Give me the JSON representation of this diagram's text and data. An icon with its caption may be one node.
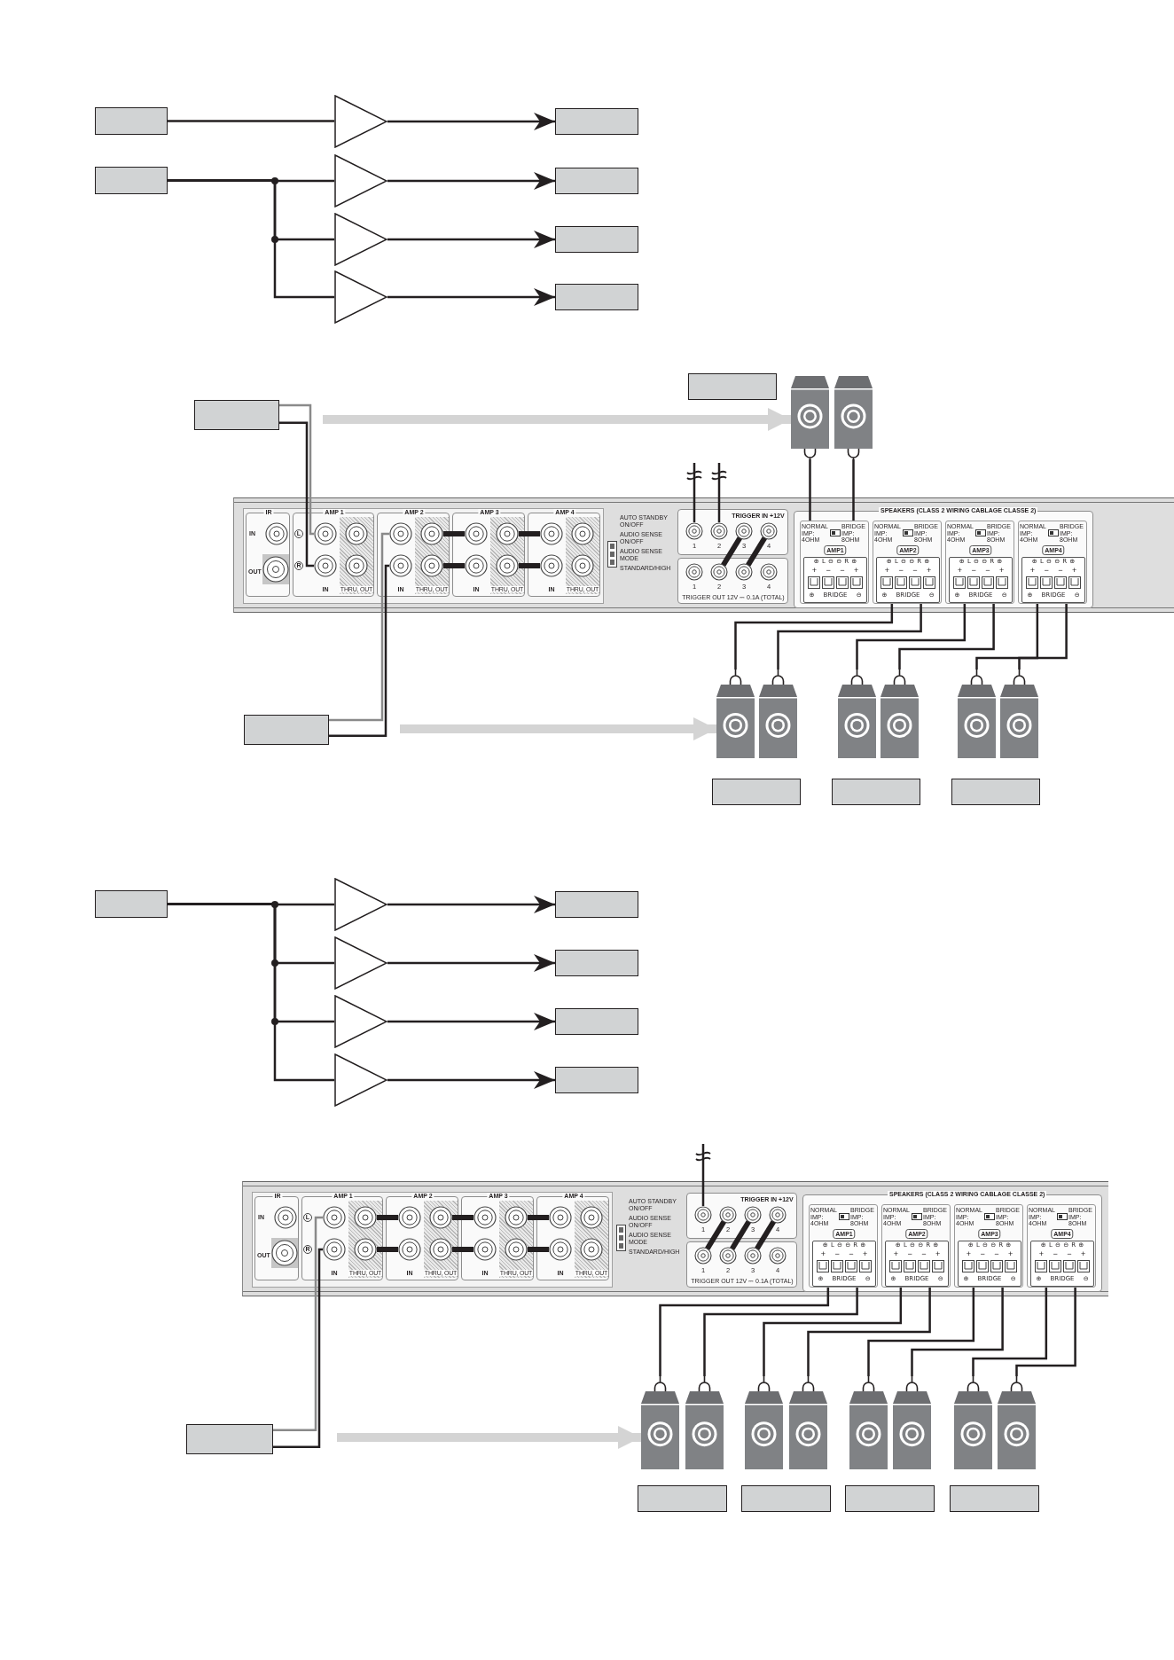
{
  "diagram": {
    "nodes": [
      {
        "text": [],
        "shape": "box"
      },
      {
        "text": [],
        "shape": "triangle"
      },
      {
        "text": [],
        "shape": "box"
      },
      {
        "text": [],
        "shape": "box"
      },
      {
        "text": [],
        "shape": "triangle"
      },
      {
        "text": [],
        "shape": "box"
      },
      {
        "text": [],
        "shape": "triangle"
      },
      {
        "text": [],
        "shape": "box"
      },
      {
        "text": [],
        "shape": "triangle"
      },
      {
        "text": [],
        "shape": "box"
      },
      {
        "text": [],
        "shape": "box"
      },
      {
        "text": [],
        "shape": "box"
      },
      {
        "text": [],
        "shape": "speaker"
      },
      {
        "text": [],
        "shape": "speaker"
      },
      {
        "text": [
          "AUTO STANDBY ON/OFF",
          "AUDIO SENSE ON/OFF",
          "AUDIO SENSE MODE",
          "STANDARD/HIGH"
        ]
      },
      {
        "text": [
          "IR",
          "IN",
          "OUT"
        ],
        "in": 14
      },
      {
        "text": [
          "AMP 1",
          "L",
          "R",
          "IN",
          "THRU, OUT"
        ],
        "in": 14
      },
      {
        "text": [
          "AMP 2",
          "IN",
          "THRU, OUT"
        ],
        "in": 14
      },
      {
        "text": [
          "AMP 3",
          "IN",
          "THRU, OUT"
        ],
        "in": 14
      },
      {
        "text": [
          "AMP 4",
          "IN",
          "THRU, OUT"
        ],
        "in": 14
      },
      {
        "text": [
          "1",
          "2",
          "3",
          "4",
          "TRIGGER IN +12V"
        ],
        "in": 14
      },
      {
        "text": [
          "1",
          "2",
          "3",
          "4",
          "TRIGGER OUT 12V ⎓ 0.1A (TOTAL)"
        ],
        "in": 14
      },
      {
        "text": [
          "SPEAKERS (CLASS 2 WIRING CABLAGE CLASSE 2)"
        ],
        "in": 14
      },
      {
        "text": [
          "NORMAL IMP: 4OHM",
          "BRIDGE IMP: 8OHM",
          "AMP1",
          "⊕ L ⊖ ⊖ R ⊕",
          "+ − − +",
          "⊕ BRIDGE ⊖"
        ],
        "in": 22
      },
      {
        "text": [
          "NORMAL IMP: 4OHM",
          "BRIDGE IMP: 8OHM",
          "AMP2",
          "⊕ L ⊖ ⊖ R ⊕",
          "+ − − +",
          "⊕ BRIDGE ⊖"
        ],
        "in": 22
      },
      {
        "text": [
          "NORMAL IMP: 4OHM",
          "BRIDGE IMP: 8OHM",
          "AMP3",
          "⊕ L ⊖ ⊖ R ⊕",
          "+ − − +",
          "⊕ BRIDGE ⊖"
        ],
        "in": 22
      },
      {
        "text": [
          "NORMAL IMP: 4OHM",
          "BRIDGE IMP: 8OHM",
          "AMP4",
          "⊕ L ⊖ ⊖ R ⊕",
          "+ − − +",
          "⊕ BRIDGE ⊖"
        ],
        "in": 22
      },
      {
        "text": [],
        "shape": "circle",
        "in": 16
      },
      {
        "text": [],
        "shape": "circle",
        "in": 16
      },
      {
        "text": [],
        "shape": "circle",
        "in": 17
      },
      {
        "text": [],
        "shape": "circle",
        "in": 17
      },
      {
        "text": [],
        "shape": "circle",
        "in": 17
      },
      {
        "text": [],
        "shape": "circle",
        "in": 17
      },
      {
        "text": [],
        "shape": "circle",
        "in": 18
      },
      {
        "text": [],
        "shape": "circle",
        "in": 18
      },
      {
        "text": [],
        "shape": "circle",
        "in": 18
      },
      {
        "text": [],
        "shape": "circle",
        "in": 18
      },
      {
        "text": [],
        "shape": "circle",
        "in": 19
      },
      {
        "text": [],
        "shape": "circle",
        "in": 19
      },
      {
        "text": [],
        "shape": "circle",
        "in": 20
      },
      {
        "text": [],
        "shape": "circle",
        "in": 20
      },
      {
        "text": [],
        "shape": "circle",
        "in": 20
      },
      {
        "text": [],
        "shape": "circle",
        "in": 20
      },
      {
        "text": [],
        "shape": "circle",
        "in": 21
      },
      {
        "text": [],
        "shape": "circle",
        "in": 21
      },
      {
        "text": [],
        "shape": "box"
      },
      {
        "text": [],
        "shape": "speaker"
      },
      {
        "text": [],
        "shape": "speaker"
      },
      {
        "text": [],
        "shape": "speaker"
      },
      {
        "text": [],
        "shape": "speaker"
      },
      {
        "text": [],
        "shape": "speaker"
      },
      {
        "text": [],
        "shape": "speaker"
      },
      {
        "text": [],
        "shape": "box"
      },
      {
        "text": [],
        "shape": "box"
      },
      {
        "text": [],
        "shape": "box"
      },
      {
        "text": [],
        "shape": "box"
      },
      {
        "text": [],
        "shape": "triangle"
      },
      {
        "text": [],
        "shape": "box"
      },
      {
        "text": [],
        "shape": "triangle"
      },
      {
        "text": [],
        "shape": "box"
      },
      {
        "text": [],
        "shape": "triangle"
      },
      {
        "text": [],
        "shape": "box"
      },
      {
        "text": [],
        "shape": "triangle"
      },
      {
        "text": [],
        "shape": "box"
      },
      {
        "text": [
          "AUTO STANDBY ON/OFF",
          "AUDIO SENSE ON/OFF",
          "AUDIO SENSE MODE",
          "STANDARD/HIGH"
        ]
      },
      {
        "text": [
          "IR",
          "IN",
          "OUT"
        ],
        "in": 64
      },
      {
        "text": [
          "AMP 1",
          "L",
          "R",
          "IN",
          "THRU, OUT"
        ],
        "in": 64
      },
      {
        "text": [
          "AMP 2",
          "IN",
          "THRU, OUT"
        ],
        "in": 64
      },
      {
        "text": [
          "AMP 3",
          "IN",
          "THRU, OUT"
        ],
        "in": 64
      },
      {
        "text": [
          "AMP 4",
          "IN",
          "THRU, OUT"
        ],
        "in": 64
      },
      {
        "text": [
          "1",
          "2",
          "3",
          "4",
          "TRIGGER IN +12V"
        ],
        "in": 64
      },
      {
        "text": [
          "1",
          "2",
          "3",
          "4",
          "TRIGGER OUT 12V ⎓ 0.1A (TOTAL)"
        ],
        "in": 64
      },
      {
        "text": [
          "SPEAKERS (CLASS 2 WIRING CABLAGE CLASSE 2)"
        ],
        "in": 64
      },
      {
        "text": [
          "NORMAL IMP: 4OHM",
          "BRIDGE IMP: 8OHM",
          "AMP1",
          "⊕ L ⊖ ⊖ R ⊕",
          "+ − − +",
          "⊕ BRIDGE ⊖"
        ],
        "in": 72
      },
      {
        "text": [
          "NORMAL IMP: 4OHM",
          "BRIDGE IMP: 8OHM",
          "AMP2",
          "⊕ L ⊖ ⊖ R ⊕",
          "+ − − +",
          "⊕ BRIDGE ⊖"
        ],
        "in": 72
      },
      {
        "text": [
          "NORMAL IMP: 4OHM",
          "BRIDGE IMP: 8OHM",
          "AMP3",
          "⊕ L ⊖ ⊖ R ⊕",
          "+ − − +",
          "⊕ BRIDGE ⊖"
        ],
        "in": 72
      },
      {
        "text": [
          "NORMAL IMP: 4OHM",
          "BRIDGE IMP: 8OHM",
          "AMP4",
          "⊕ L ⊖ ⊖ R ⊕",
          "+ − − +",
          "⊕ BRIDGE ⊖"
        ],
        "in": 72
      },
      {
        "text": [],
        "shape": "circle",
        "in": 66
      },
      {
        "text": [],
        "shape": "circle",
        "in": 66
      },
      {
        "text": [],
        "shape": "circle",
        "in": 66
      },
      {
        "text": [],
        "shape": "circle",
        "in": 66
      },
      {
        "text": [],
        "shape": "circle",
        "in": 67
      },
      {
        "text": [],
        "shape": "circle",
        "in": 67
      },
      {
        "text": [],
        "shape": "circle",
        "in": 67
      },
      {
        "text": [],
        "shape": "circle",
        "in": 67
      },
      {
        "text": [],
        "shape": "circle",
        "in": 68
      },
      {
        "text": [],
        "shape": "circle",
        "in": 68
      },
      {
        "text": [],
        "shape": "circle",
        "in": 68
      },
      {
        "text": [],
        "shape": "circle",
        "in": 68
      },
      {
        "text": [],
        "shape": "circle",
        "in": 69
      },
      {
        "text": [],
        "shape": "circle",
        "in": 69
      },
      {
        "text": [],
        "shape": "circle",
        "in": 70
      },
      {
        "text": [],
        "shape": "circle",
        "in": 70
      },
      {
        "text": [],
        "shape": "circle",
        "in": 70
      },
      {
        "text": [],
        "shape": "circle",
        "in": 70
      },
      {
        "text": [],
        "shape": "circle",
        "in": 71
      },
      {
        "text": [],
        "shape": "circle",
        "in": 71
      },
      {
        "text": [],
        "shape": "circle",
        "in": 71
      },
      {
        "text": [],
        "shape": "box"
      },
      {
        "text": [],
        "shape": "speaker"
      },
      {
        "text": [],
        "shape": "speaker"
      },
      {
        "text": [],
        "shape": "speaker"
      },
      {
        "text": [],
        "shape": "speaker"
      },
      {
        "text": [],
        "shape": "speaker"
      },
      {
        "text": [],
        "shape": "speaker"
      },
      {
        "text": [],
        "shape": "speaker"
      },
      {
        "text": [],
        "shape": "speaker"
      },
      {
        "text": [],
        "shape": "box"
      },
      {
        "text": [],
        "shape": "box"
      },
      {
        "text": [],
        "shape": "box"
      },
      {
        "text": [],
        "shape": "box"
      }
    ],
    "edges": [
      {
        "from": 0,
        "to": 1,
        "arrow": "none"
      },
      {
        "from": 1,
        "to": 2,
        "arrow": "to"
      },
      {
        "from": 3,
        "to": 4,
        "arrow": "none"
      },
      {
        "from": 3,
        "to": 6,
        "arrow": "none"
      },
      {
        "from": 3,
        "to": 8,
        "arrow": "none"
      },
      {
        "from": 4,
        "to": 5,
        "arrow": "to"
      },
      {
        "from": 6,
        "to": 7,
        "arrow": "to"
      },
      {
        "from": 8,
        "to": 9,
        "arrow": "to"
      },
      {
        "from": 10,
        "to": 27,
        "arrow": "none",
        "color": "#8a8a8a"
      },
      {
        "from": 10,
        "to": 28,
        "arrow": "none"
      },
      {
        "from": 10,
        "to": 12,
        "arrow": "to",
        "style": "thick",
        "color": "#d4d4d4"
      },
      {
        "from": null,
        "to": 39,
        "arrow": "none"
      },
      {
        "from": null,
        "to": 40,
        "arrow": "none"
      },
      {
        "from": 23,
        "to": 12,
        "arrow": "none"
      },
      {
        "from": 23,
        "to": 13,
        "arrow": "none"
      },
      {
        "from": 24,
        "to": 46,
        "arrow": "none"
      },
      {
        "from": 24,
        "to": 47,
        "arrow": "none"
      },
      {
        "from": 25,
        "to": 48,
        "arrow": "none"
      },
      {
        "from": 25,
        "to": 49,
        "arrow": "none"
      },
      {
        "from": 26,
        "to": 50,
        "arrow": "none"
      },
      {
        "from": 26,
        "to": 51,
        "arrow": "none"
      },
      {
        "from": 45,
        "to": 29,
        "arrow": "none",
        "color": "#8a8a8a"
      },
      {
        "from": 45,
        "to": 30,
        "arrow": "none"
      },
      {
        "from": 45,
        "to": 46,
        "arrow": "to",
        "style": "thick",
        "color": "#d4d4d4"
      },
      {
        "from": 31,
        "to": 33,
        "arrow": "none",
        "style": "thick"
      },
      {
        "from": 32,
        "to": 34,
        "arrow": "none",
        "style": "thick"
      },
      {
        "from": 35,
        "to": 37,
        "arrow": "none",
        "style": "thick"
      },
      {
        "from": 36,
        "to": 38,
        "arrow": "none",
        "style": "thick"
      },
      {
        "from": 41,
        "to": 43,
        "arrow": "none",
        "style": "thick"
      },
      {
        "from": 42,
        "to": 44,
        "arrow": "none",
        "style": "thick"
      },
      {
        "from": 55,
        "to": 56,
        "arrow": "none"
      },
      {
        "from": 55,
        "to": 58,
        "arrow": "none"
      },
      {
        "from": 55,
        "to": 60,
        "arrow": "none"
      },
      {
        "from": 55,
        "to": 62,
        "arrow": "none"
      },
      {
        "from": 56,
        "to": 57,
        "arrow": "to"
      },
      {
        "from": 58,
        "to": 59,
        "arrow": "to"
      },
      {
        "from": 60,
        "to": 61,
        "arrow": "to"
      },
      {
        "from": 62,
        "to": 63,
        "arrow": "to"
      },
      {
        "from": null,
        "to": 91,
        "arrow": "none"
      },
      {
        "from": 98,
        "to": 77,
        "arrow": "none",
        "color": "#8a8a8a"
      },
      {
        "from": 98,
        "to": 78,
        "arrow": "none"
      },
      {
        "from": 98,
        "to": 99,
        "arrow": "to",
        "style": "thick",
        "color": "#d4d4d4"
      },
      {
        "from": 73,
        "to": 99,
        "arrow": "none"
      },
      {
        "from": 73,
        "to": 100,
        "arrow": "none"
      },
      {
        "from": 74,
        "to": 101,
        "arrow": "none"
      },
      {
        "from": 74,
        "to": 102,
        "arrow": "none"
      },
      {
        "from": 75,
        "to": 103,
        "arrow": "none"
      },
      {
        "from": 75,
        "to": 104,
        "arrow": "none"
      },
      {
        "from": 76,
        "to": 105,
        "arrow": "none"
      },
      {
        "from": 76,
        "to": 106,
        "arrow": "none"
      },
      {
        "from": 79,
        "to": 81,
        "arrow": "none",
        "style": "thick"
      },
      {
        "from": 80,
        "to": 82,
        "arrow": "none",
        "style": "thick"
      },
      {
        "from": 83,
        "to": 85,
        "arrow": "none",
        "style": "thick"
      },
      {
        "from": 84,
        "to": 86,
        "arrow": "none",
        "style": "thick"
      },
      {
        "from": 87,
        "to": 89,
        "arrow": "none",
        "style": "thick"
      },
      {
        "from": 88,
        "to": 90,
        "arrow": "none",
        "style": "thick"
      },
      {
        "from": 92,
        "to": 95,
        "arrow": "none",
        "style": "thick"
      },
      {
        "from": 93,
        "to": 96,
        "arrow": "none",
        "style": "thick"
      },
      {
        "from": 94,
        "to": 97,
        "arrow": "none",
        "style": "thick"
      }
    ]
  }
}
